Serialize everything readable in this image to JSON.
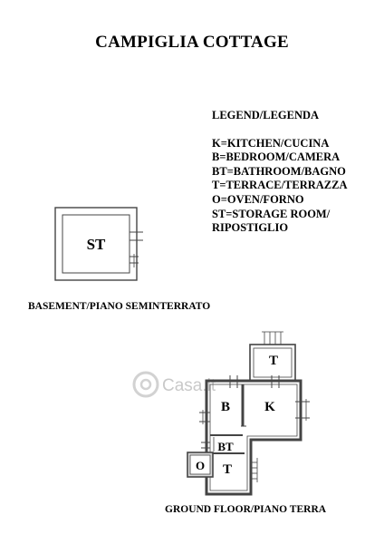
{
  "title": "CAMPIGLIA COTTAGE",
  "legend": {
    "heading": "LEGEND/LEGENDA",
    "items": [
      "K=KITCHEN/CUCINA",
      "B=BEDROOM/CAMERA",
      "BT=BATHROOM/BAGNO",
      "T=TERRACE/TERRAZZA",
      "O=OVEN/FORNO",
      "ST=STORAGE ROOM/",
      "RIPOSTIGLIO"
    ]
  },
  "basement": {
    "caption": "BASEMENT/PIANO SEMINTERRATO",
    "rooms": {
      "storage": "ST"
    }
  },
  "ground_floor": {
    "caption": "GROUND FLOOR/PIANO TERRA",
    "rooms": {
      "terrace_top": "T",
      "bedroom": "B",
      "kitchen": "K",
      "bathroom": "BT",
      "oven": "O",
      "terrace_bottom": "T"
    }
  },
  "watermark": "Casa.it",
  "colors": {
    "wall": "#444444",
    "wall_fill": "#d9d9d9",
    "text": "#000000",
    "watermark": "#c9c9c9"
  }
}
